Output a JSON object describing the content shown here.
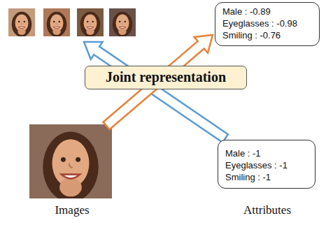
{
  "diagram": {
    "nodes": [
      {
        "text": [
          "Male : -0.89",
          "Eyeglasses : -0.98",
          "Smiling : -0.76"
        ]
      },
      {
        "text": [
          "Joint representation"
        ]
      },
      {
        "text": [
          "Male : -1",
          "Eyeglasses : -1",
          "Smiling : -1"
        ]
      }
    ],
    "labels": [
      "Images",
      "Attributes"
    ]
  }
}
